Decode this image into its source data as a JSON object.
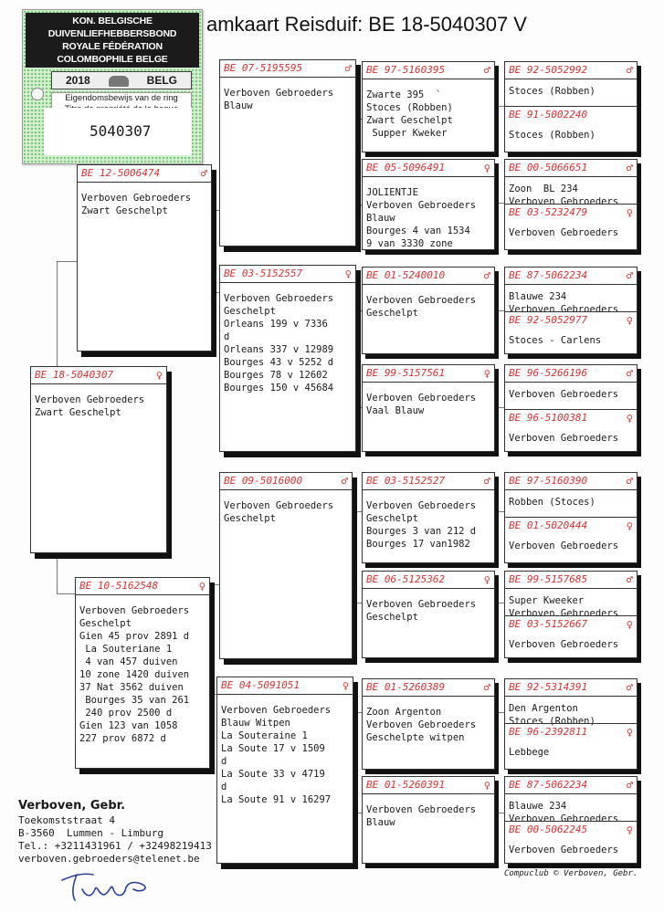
{
  "title": "amkaart Reisduif: BE  18-5040307 V",
  "ring": {
    "org1": "KON. BELGISCHE DUIVENLIEFHEBBERSBOND",
    "org2": "ROYALE FÉDÉRATION COLOMBOPHILE BELGE",
    "year": "2018",
    "country": "BELG",
    "line1": "Eigendomsbewijs van de ring",
    "line2": "Titre de propriété de la bague",
    "number": "5040307"
  },
  "colors": {
    "ring_code": "#d93030"
  },
  "pigeons": {
    "main": {
      "ring": "BE  18-5040307",
      "sex": "♀",
      "text": "Verboven Gebroeders\nZwart Geschelpt"
    },
    "father": {
      "ring": "BE  12-5006474",
      "sex": "♂",
      "text": "Verboven Gebroeders\nZwart Geschelpt"
    },
    "mother": {
      "ring": "BE  10-5162548",
      "sex": "♀",
      "text": "Verboven Gebroeders\nGeschelpt\nGien 45 prov 2891 d\n La Souteriane 1\n 4 van 457 duiven\n10 zone 1420 duiven\n37 Nat 3562 duiven\n Bourges 35 van 261\n 240 prov 2500 d\nGien 123 van 1058\n227 prov 6872 d"
    },
    "ff": {
      "ring": "BE  07-5195595",
      "sex": "♂",
      "text": "Verboven Gebroeders\nBlauw"
    },
    "fm": {
      "ring": "BE  03-5152557",
      "sex": "♀",
      "text": "Verboven Gebroeders\nGeschelpt\nOrleans 199 v 7336\nd\nOrleans 337 v 12989\nBourges 43 v 5252 d\nBourges 78 v 12602\nBourges 150 v 45684"
    },
    "mf": {
      "ring": "BE  09-5016000",
      "sex": "♂",
      "text": "Verboven Gebroeders\nGeschelpt"
    },
    "mm": {
      "ring": "BE  04-5091051",
      "sex": "♀",
      "text": "Verboven Gebroeders\nBlauw Witpen\nLa Souteraine 1\nLa Soute 17 v 1509\nd\nLa Soute 33 v 4719\nd\nLa Soute 91 v 16297"
    },
    "fff": {
      "ring": "BE  97-5160395",
      "sex": "♂",
      "text": "Zwarte 395  `\nStoces (Robben)\nZwart Geschelpt\n Supper Kweker"
    },
    "ffm": {
      "ring": "BE  05-5096491",
      "sex": "♀",
      "text": "JOLIENTJE\nVerboven Gebroeders\nBlauw\nBourges 4 van 1534\n9 van 3330 zone"
    },
    "fmf": {
      "ring": "BE  01-5240010",
      "sex": "♂",
      "text": "Verboven Gebroeders\nGeschelpt"
    },
    "fmm": {
      "ring": "BE  99-5157561",
      "sex": "♀",
      "text": "Verboven Gebroeders\nVaal Blauw"
    },
    "mff": {
      "ring": "BE  03-5152527",
      "sex": "♂",
      "text": "Verboven Gebroeders\nGeschelpt\nBourges 3 van 212 d\nBourges 17 van1982"
    },
    "mfm": {
      "ring": "BE  06-5125362",
      "sex": "♀",
      "text": "Verboven Gebroeders\nGeschelpt"
    },
    "mmf": {
      "ring": "BE  01-5260389",
      "sex": "♂",
      "text": "Zoon Argenton\nVerboven Gebroeders\nGeschelpte witpen"
    },
    "mmm": {
      "ring": "BE  01-5260391",
      "sex": "♀",
      "text": "Verboven Gebroeders\nBlauw"
    },
    "ffff": {
      "ring": "BE  92-5052992",
      "sex": "♂",
      "text": "Stoces (Robben)"
    },
    "fffm": {
      "ring": "BE  91-5002240",
      "sex": "",
      "text": "Stoces (Robben)"
    },
    "ffmf": {
      "ring": "BE  00-5066651",
      "sex": "♂",
      "text": "Zoon  BL 234\nVerboven Gebroeders"
    },
    "ffmm": {
      "ring": "BE  03-5232479",
      "sex": "♀",
      "text": "Verboven Gebroeders"
    },
    "fmff": {
      "ring": "BE  87-5062234",
      "sex": "♂",
      "text": "Blauwe 234\nVerboven Gebroeders"
    },
    "fmfm": {
      "ring": "BE  92-5052977",
      "sex": "♀",
      "text": "Stoces - Carlens"
    },
    "fmmf": {
      "ring": "BE  96-5266196",
      "sex": "♂",
      "text": "Verboven Gebroeders"
    },
    "fmmm": {
      "ring": "BE  96-5100381",
      "sex": "♀",
      "text": "Verboven Gebroeders"
    },
    "mfff": {
      "ring": "BE  97-5160390",
      "sex": "♂",
      "text": "Robben (Stoces)"
    },
    "mffm": {
      "ring": "BE  01-5020444",
      "sex": "♀",
      "text": "Verboven Gebroeders"
    },
    "mfmf": {
      "ring": "BE  99-5157685",
      "sex": "♂",
      "text": "Super Kweeker\nVerboven Gebroeders"
    },
    "mfmm": {
      "ring": "BE  03-5152667",
      "sex": "♀",
      "text": "Verboven Gebroeders"
    },
    "mmff": {
      "ring": "BE  92-5314391",
      "sex": "♂",
      "text": "Den Argenton\nStoces (Robben)"
    },
    "mmfm": {
      "ring": "BE  96-2392811",
      "sex": "♀",
      "text": "Lebbege"
    },
    "mmmf": {
      "ring": "BE  87-5062234",
      "sex": "♂",
      "text": "Blauwe 234\nVerboven Gebroeders"
    },
    "mmmm": {
      "ring": "BE  00-5062245",
      "sex": "♀",
      "text": "Verboven Gebroeders"
    }
  },
  "breeder": {
    "name": "Verboven, Gebr.",
    "street": "Toekomststraat 4",
    "city": "B-3560  Lummen - Limburg",
    "tel": "Tel.: +3211431961 / +32498219413",
    "email": "verboven.gebroeders@telenet.be"
  },
  "footer": "Compuclub © Verboven, Gebr."
}
